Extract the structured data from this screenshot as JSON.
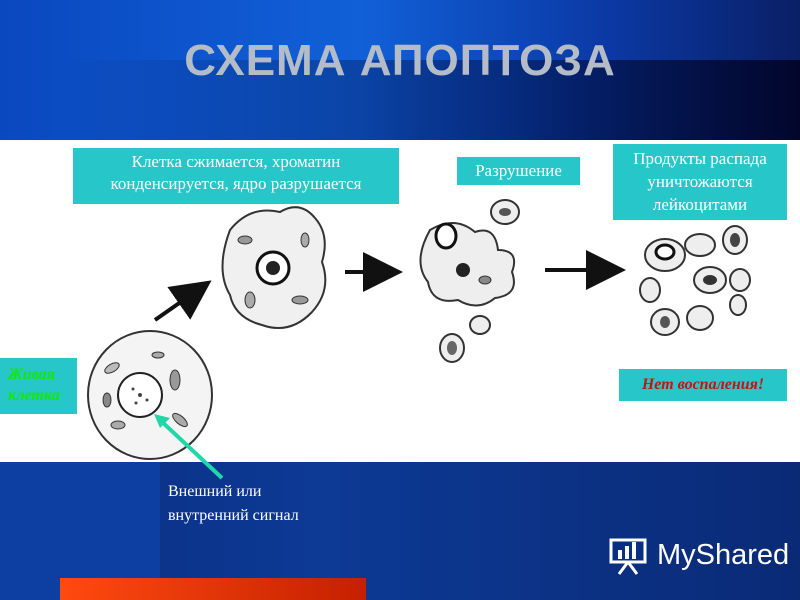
{
  "title": "СХЕМА АПОПТОЗА",
  "labels": {
    "stage2": "Клетка сжимается, хроматин конденсируется, ядро разрушается",
    "stage3": "Разрушение",
    "stage4": "Продукты распада уничтожаются лейкоцитами",
    "live_cell": "Живая клетка",
    "no_inflammation": "Нет воспаления!",
    "signal": "Внешний или внутренний сигнал"
  },
  "logo": {
    "text": "MyShared",
    "icon": "presentation-board-icon"
  },
  "colors": {
    "label_bg": "#27c6c9",
    "live_cell_text": "#14e800",
    "no_inflammation_text": "#cc1010",
    "signal_arrow": "#22d6a8"
  }
}
